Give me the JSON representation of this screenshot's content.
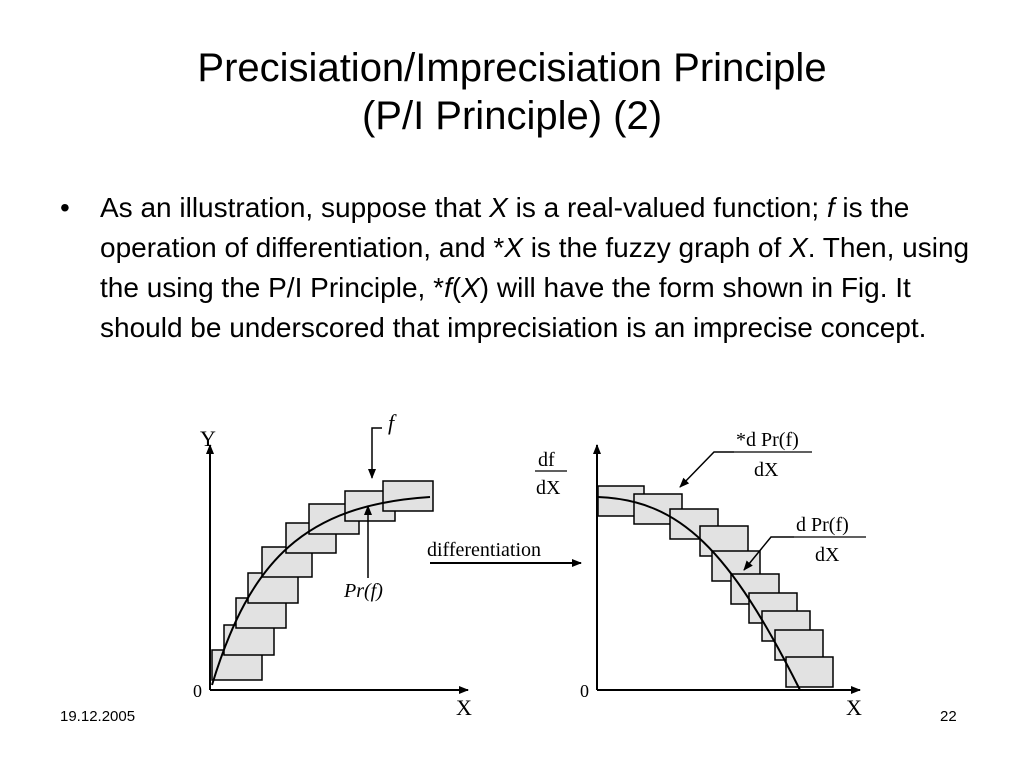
{
  "slide": {
    "title_line1": "Precisiation/Imprecisiation Principle",
    "title_line2": "(P/I Principle) (2)",
    "bullet_char": "•",
    "paragraph": {
      "p1": "As an illustration, suppose that ",
      "x1": "X",
      "p2": " is a real-valued function; ",
      "f1": "f",
      "p3": " is the operation of differentiation, and *",
      "x2": "X",
      "p4": " is the fuzzy graph of ",
      "x3": "X",
      "p5": ". Then, using the using the P/I Principle, *",
      "f2": "f",
      "p6": "(",
      "x4": "X",
      "p7": ") will have the form shown in Fig. It should be underscored that imprecisiation is an imprecise concept."
    },
    "footer_date": "19.12.2005",
    "page_number": "22"
  },
  "figure": {
    "left_plot": {
      "y_label": "Y",
      "x_label": "X",
      "origin_label": "0",
      "f_label": "f",
      "pr_label": "Pr(f)"
    },
    "arrow_label": "differentiation",
    "right_plot": {
      "y_label_num": "df",
      "y_label_den": "dX",
      "x_label": "X",
      "origin_label": "0",
      "star_label_num": "*d Pr(f)",
      "star_label_den": "dX",
      "d_label_num": "d Pr(f)",
      "d_label_den": "dX"
    }
  }
}
